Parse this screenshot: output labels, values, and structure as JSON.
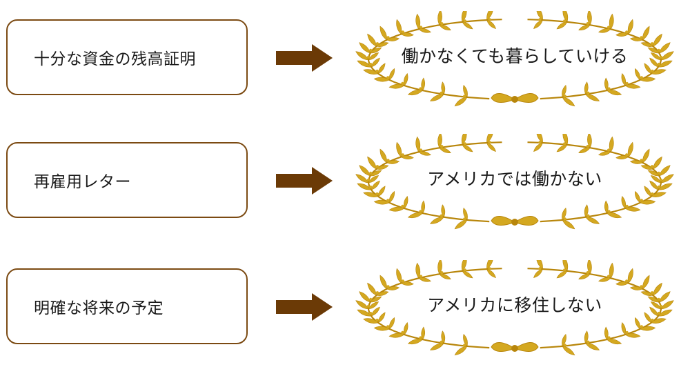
{
  "colors": {
    "box_border": "#7b4a12",
    "arrow": "#6b3a06",
    "wreath_gold": "#d4a820",
    "wreath_dark": "#b8860b"
  },
  "rows": [
    {
      "requirement": "十分な資金の残高証明",
      "meaning": "働かなくても暮らしていける"
    },
    {
      "requirement": "再雇用レター",
      "meaning": "アメリカでは働かない"
    },
    {
      "requirement": "明確な将来の予定",
      "meaning": "アメリカに移住しない"
    }
  ]
}
